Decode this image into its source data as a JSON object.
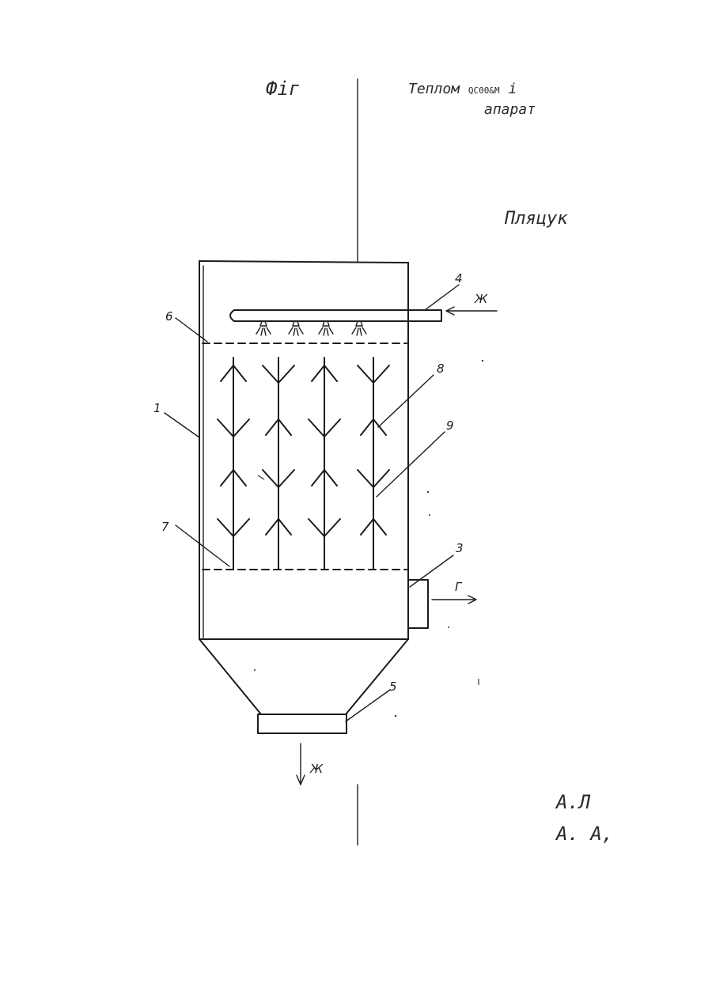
{
  "header": {
    "fig_label": "Фіг",
    "title_line1": "Теплом",
    "title_garble": "QC00&M",
    "title_line1_end": "і",
    "title_line2": "апарат",
    "author": "Пляцук"
  },
  "footer": {
    "signature_1": "А.Л",
    "signature_2": "А. А,"
  },
  "diagram": {
    "part_numbers": [
      "1",
      "3",
      "4",
      "5",
      "6",
      "7",
      "8",
      "9"
    ],
    "flow_labels": {
      "liquid_in": "Ж",
      "gas_out": "Г",
      "liquid_out": "Ж"
    }
  }
}
